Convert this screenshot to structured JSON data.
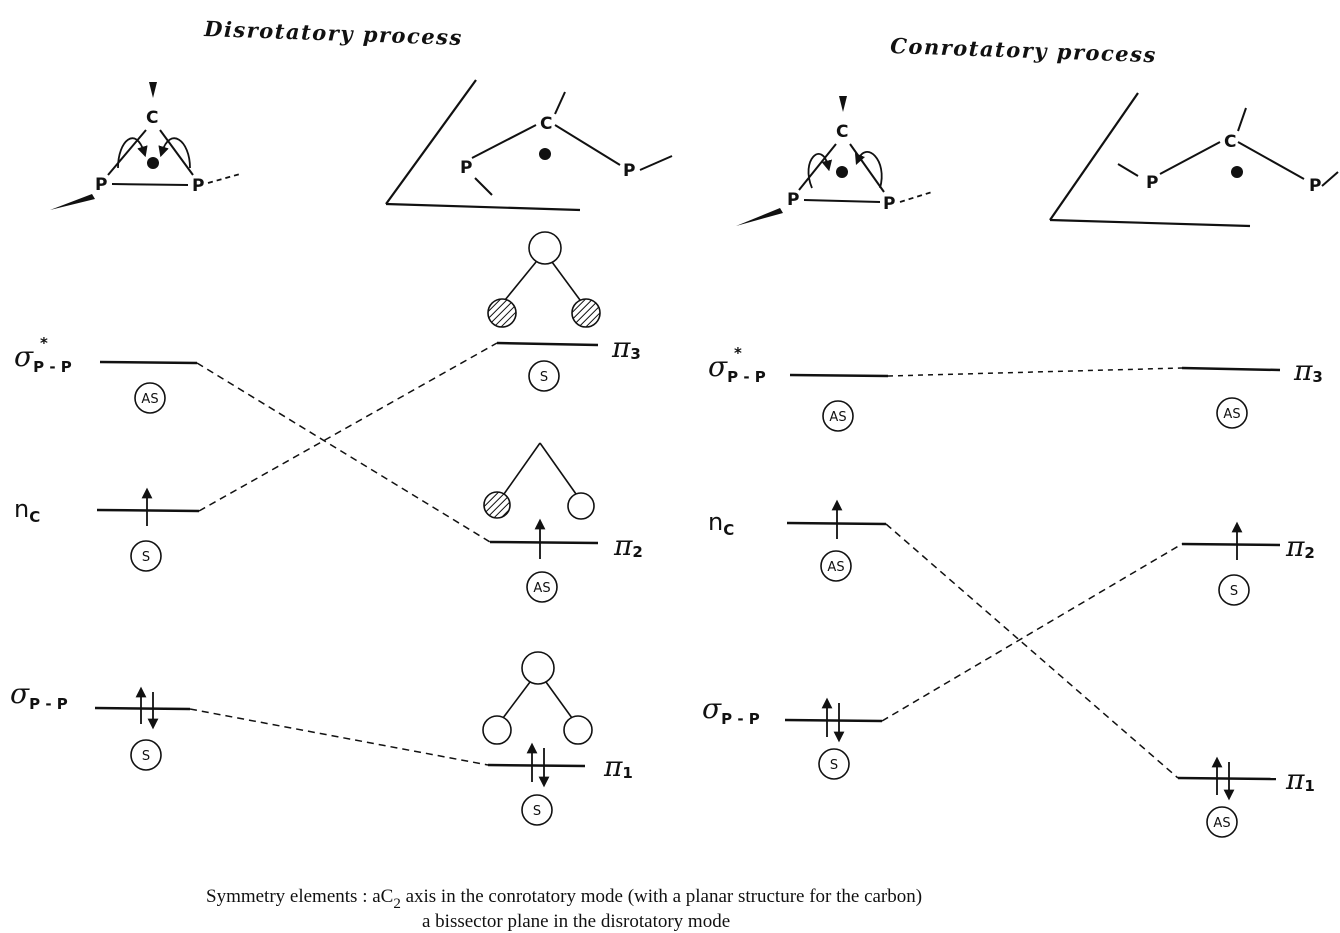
{
  "headings": {
    "disrotatory": "Disrotatory process",
    "conrotatory": "Conrotatory process"
  },
  "atoms": {
    "carbon": "C",
    "phosphorus": "P"
  },
  "disrotatory": {
    "levels": {
      "sigma_star": {
        "symbol": "σ",
        "subscript": "P - P",
        "star": "*",
        "symmetry": "AS",
        "electrons": ""
      },
      "n_c": {
        "symbol": "n",
        "subscript": "C",
        "symmetry": "S",
        "electrons": "↑"
      },
      "sigma": {
        "symbol": "σ",
        "subscript": "P - P",
        "symmetry": "S",
        "electrons": "↑↓"
      },
      "pi3": {
        "symbol": "π",
        "subscript": "3",
        "symmetry": "S",
        "electrons": ""
      },
      "pi2": {
        "symbol": "π",
        "subscript": "2",
        "symmetry": "AS",
        "electrons": "↑"
      },
      "pi1": {
        "symbol": "π",
        "subscript": "1",
        "symmetry": "S",
        "electrons": "↑↓"
      }
    }
  },
  "conrotatory": {
    "levels": {
      "sigma_star": {
        "symbol": "σ",
        "subscript": "P - P",
        "star": "*",
        "symmetry": "AS",
        "electrons": ""
      },
      "n_c": {
        "symbol": "n",
        "subscript": "C",
        "symmetry": "AS",
        "electrons": "↑"
      },
      "sigma": {
        "symbol": "σ",
        "subscript": "P - P",
        "symmetry": "S",
        "electrons": "↑↓"
      },
      "pi3": {
        "symbol": "π",
        "subscript": "3",
        "symmetry": "AS",
        "electrons": ""
      },
      "pi2": {
        "symbol": "π",
        "subscript": "2",
        "symmetry": "S",
        "electrons": "↑"
      },
      "pi1": {
        "symbol": "π",
        "subscript": "1",
        "symmetry": "AS",
        "electrons": "↑↓"
      }
    }
  },
  "caption": {
    "line1_prefix": "Symmetry elements : aC",
    "line1_sub": "2",
    "line1_suffix": " axis in the conrotatory mode (with a planar structure for the carbon)",
    "line2": "a bissector plane in the disrotatory mode"
  }
}
